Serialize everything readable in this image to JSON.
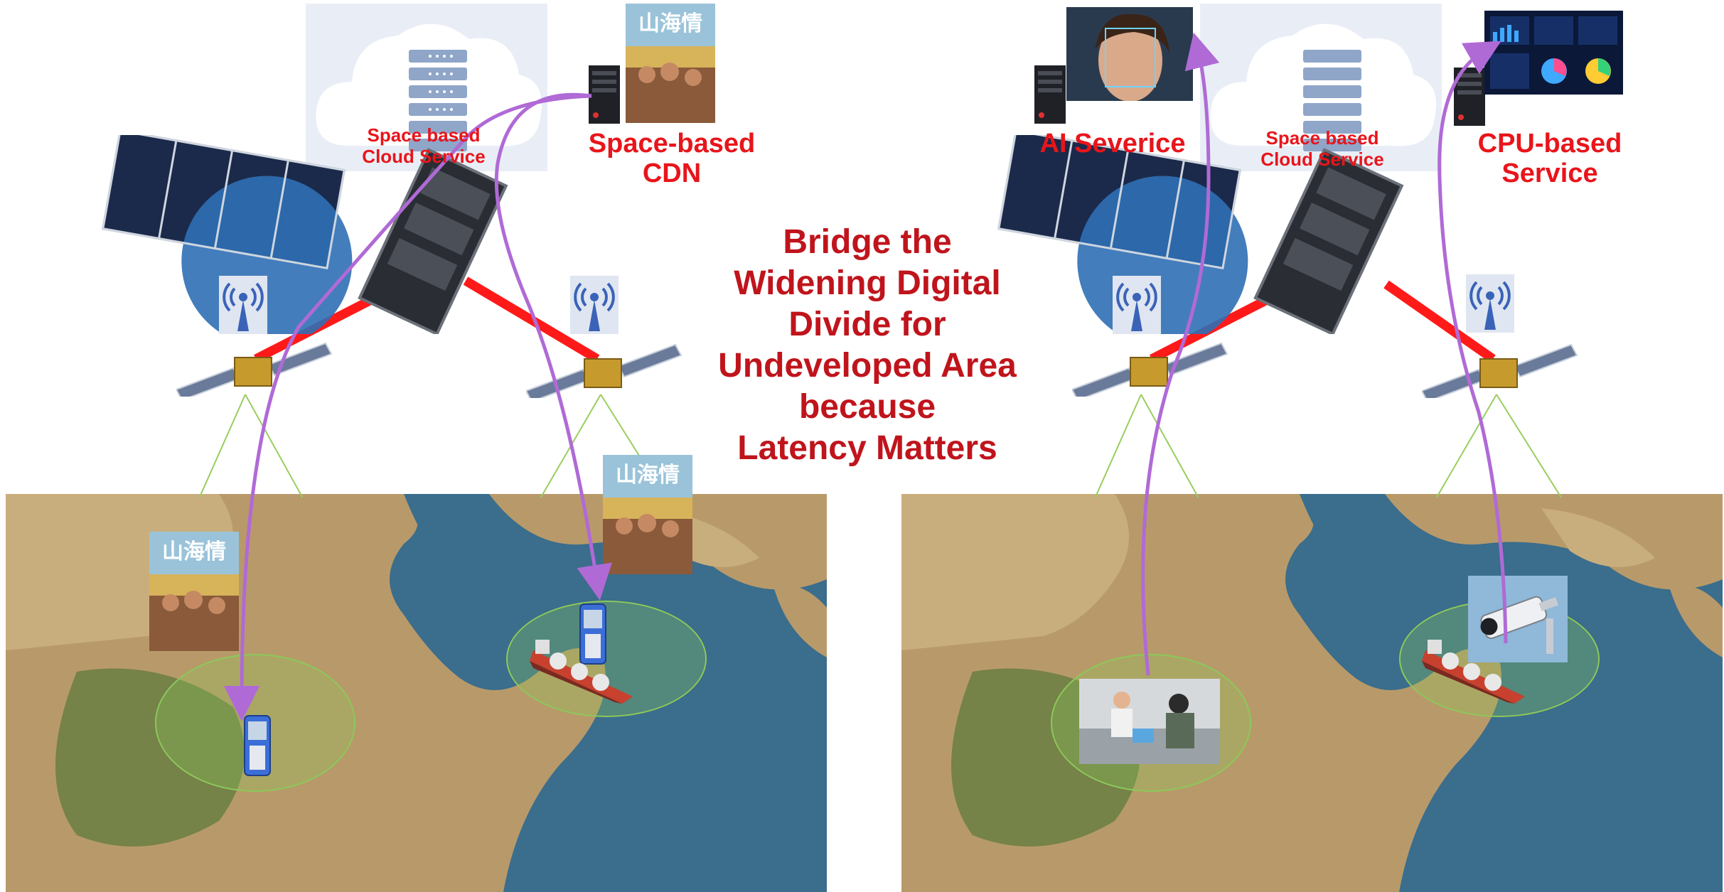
{
  "left_panel": {
    "cloud_label": "Space based\nCloud Service",
    "service_label": "Space-based\nCDN",
    "poster_text": "山海情"
  },
  "right_panel": {
    "cloud_label": "Space based\nCloud Service",
    "ai_service_label": "AI Severice",
    "cpu_service_label": "CPU-based\nService"
  },
  "center_title": "Bridge the\nWidening Digital\nDivide for\nUndeveloped Area\nbecause\nLatency Matters",
  "colors": {
    "label_red": "#e8151b",
    "title_red": "#c0141c",
    "isl_link": "#ff1a1a",
    "data_path": "#b06ad6",
    "beam": "#9acd60",
    "coverage": "#8cc85a",
    "ocean": "#3b6d8c",
    "land": "#b89a6a",
    "cloud_bg": "#e9eef6"
  },
  "icons": [
    "cloud-server-icon",
    "server-tower-icon",
    "satellite-icon",
    "antenna-icon",
    "mobile-phone-icon",
    "cargo-ship-icon",
    "security-camera-icon",
    "dashboard-icon",
    "face-recognition-icon",
    "checkout-photo"
  ]
}
